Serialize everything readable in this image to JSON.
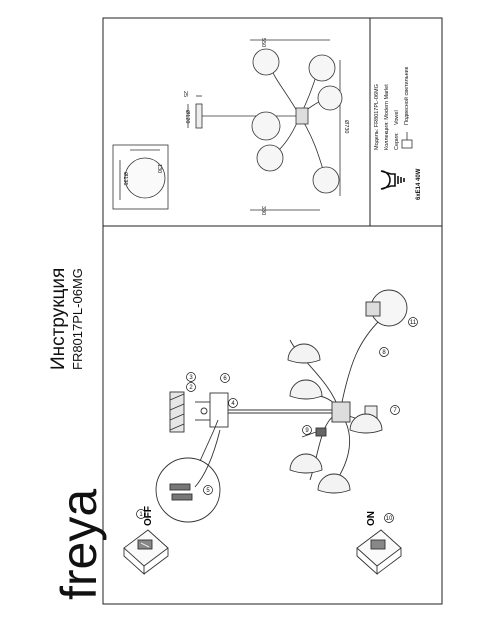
{
  "brand": "freya",
  "title": "Инструкция",
  "model_code": "FR8017PL-06MG",
  "switch_off_label": "OFF",
  "switch_on_label": "ON",
  "steps": [
    "1",
    "2",
    "3",
    "4",
    "5",
    "6",
    "7",
    "8",
    "9",
    "10",
    "11"
  ],
  "dimensions": {
    "canopy_depth": "25",
    "canopy_diameter": "Ø120",
    "height_total": "Ø730",
    "width_top": "550",
    "width_bottom": "330",
    "shade_diameter": "Ø135",
    "shade_height": "130"
  },
  "spec": {
    "model": "Модель: FR8017PL-06MG",
    "collection": "Коллекция: Modern Marlet",
    "series": "Серия:",
    "series_name": "Vowel",
    "type": "Подвесной светильник"
  },
  "bulb": {
    "icon": "light-bulb-icon",
    "spec": "6xE14 40W"
  }
}
